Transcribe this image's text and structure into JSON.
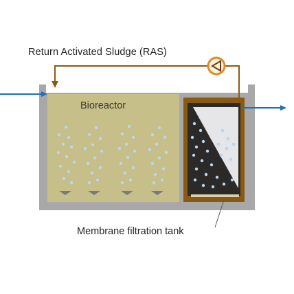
{
  "labels": {
    "ras": "Return Activated Sludge (RAS)",
    "bioreactor": "Bioreactor",
    "membrane_tank": "Membrane filtration tank"
  },
  "colors": {
    "tank_wall": "#a8a8a8",
    "bioreactor_fill": "#c7bf8a",
    "membrane_frame": "#8a5a10",
    "membrane_fill": "#2b2a28",
    "permeate_side": "#e6e6e8",
    "flow_arrow": "#1f6fbf",
    "pipe": "#8a5a10",
    "bubble": "#b9d7f2",
    "pump_ring": "#e08a2c"
  },
  "icons": {
    "pump": "pump-icon",
    "diffuser": "diffuser-icon"
  }
}
